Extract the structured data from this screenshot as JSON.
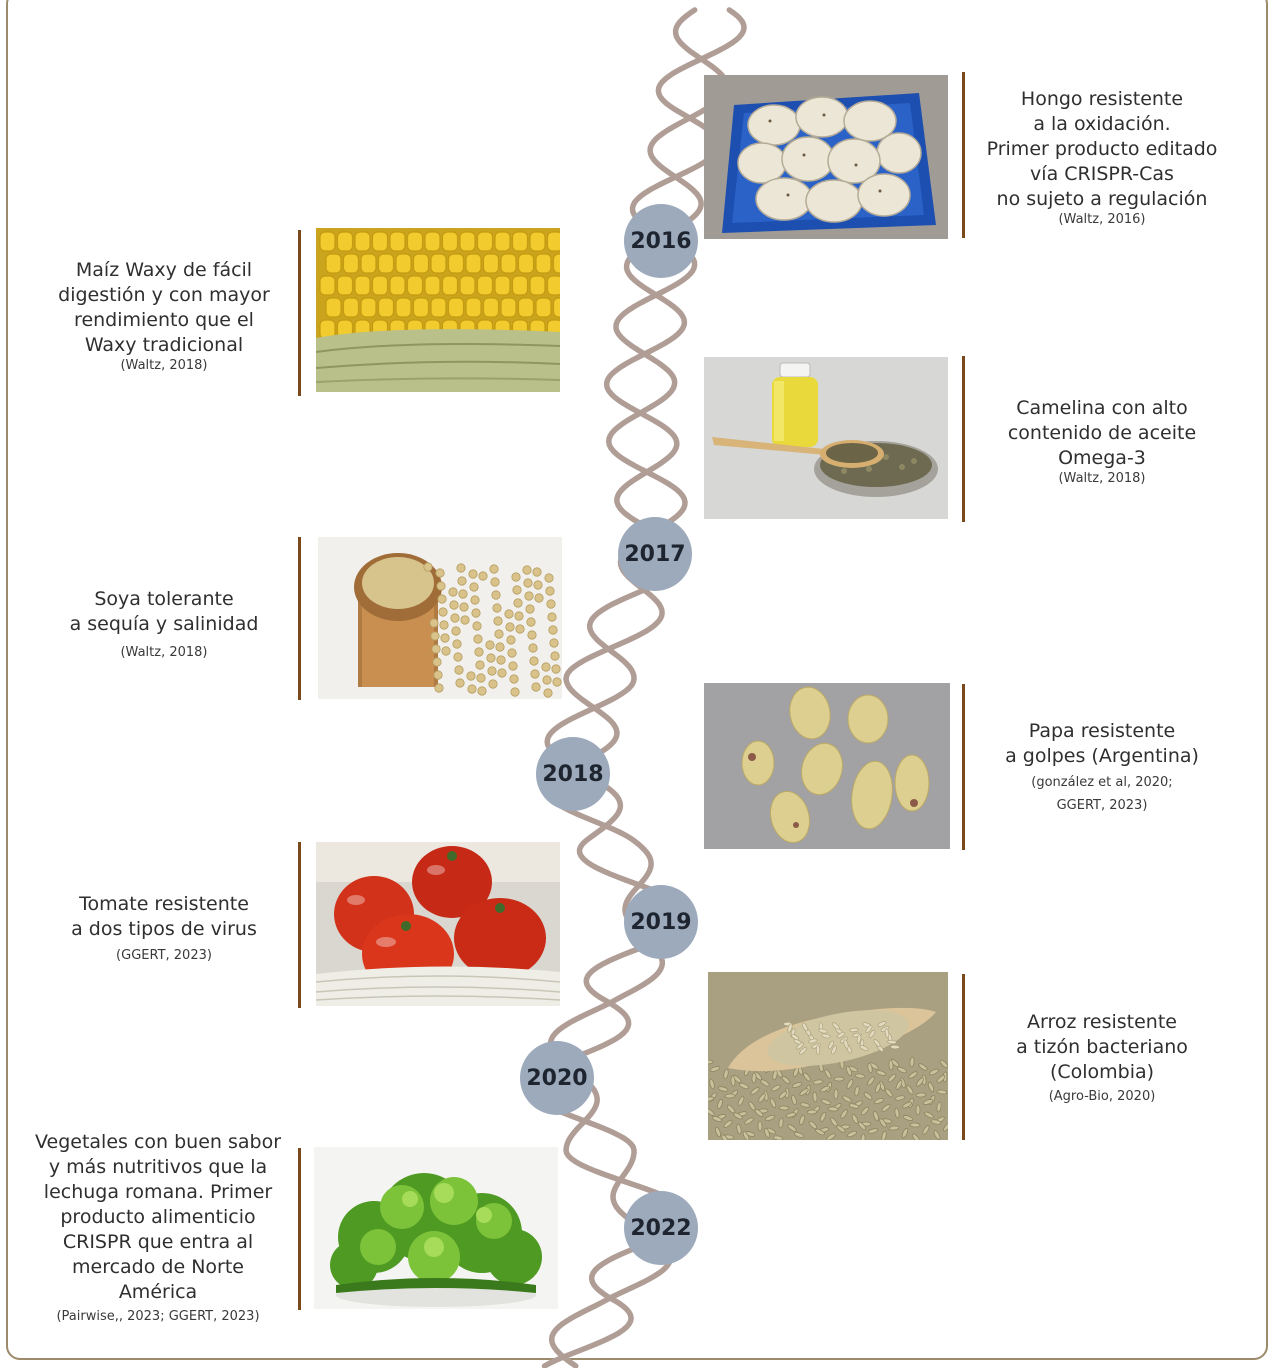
{
  "timeline": {
    "years": [
      "2016",
      "2017",
      "2018",
      "2019",
      "2020",
      "2022"
    ],
    "helix_color": "#b09d96",
    "year_badge_color": "#9caabb",
    "accent_bar_color": "#7a4a1c"
  },
  "items": [
    {
      "id": "hongo",
      "side": "right",
      "image": "mushrooms",
      "lines": [
        "Hongo resistente",
        "a la oxidación.",
        "Primer producto editado",
        "vía CRISPR-Cas",
        "no sujeto a regulación"
      ],
      "source": "(Waltz, 2016)"
    },
    {
      "id": "maiz",
      "side": "left",
      "image": "corn",
      "lines": [
        "Maíz Waxy de fácil",
        "digestión y con mayor",
        "rendimiento que el",
        "Waxy tradicional"
      ],
      "source": "(Waltz, 2018)"
    },
    {
      "id": "camelina",
      "side": "right",
      "image": "camelina-oil",
      "lines": [
        "Camelina con alto",
        "contenido de aceite",
        "Omega-3"
      ],
      "source": "(Waltz, 2018)"
    },
    {
      "id": "soya",
      "side": "left",
      "image": "soybeans",
      "lines": [
        "Soya tolerante",
        "a sequía y salinidad"
      ],
      "source": "(Waltz, 2018)"
    },
    {
      "id": "papa",
      "side": "right",
      "image": "potatoes",
      "lines": [
        "Papa resistente",
        "a golpes (Argentina)"
      ],
      "source": "(gonzález et al, 2020;",
      "source2": "GGERT, 2023)"
    },
    {
      "id": "tomate",
      "side": "left",
      "image": "tomatoes",
      "lines": [
        "Tomate resistente",
        "a dos tipos de virus"
      ],
      "source": "(GGERT, 2023)"
    },
    {
      "id": "arroz",
      "side": "right",
      "image": "rice",
      "lines": [
        "Arroz resistente",
        "a tizón bacteriano",
        "(Colombia)"
      ],
      "source": "(Agro-Bio, 2020)"
    },
    {
      "id": "lechuga",
      "side": "left",
      "image": "lettuce",
      "lines": [
        "Vegetales con buen sabor",
        "y más nutritivos que la",
        "lechuga romana. Primer",
        "producto alimenticio",
        "CRISPR que entra al",
        "mercado de Norte",
        "América"
      ],
      "source": "(Pairwise,, 2023; GGERT, 2023)"
    }
  ]
}
